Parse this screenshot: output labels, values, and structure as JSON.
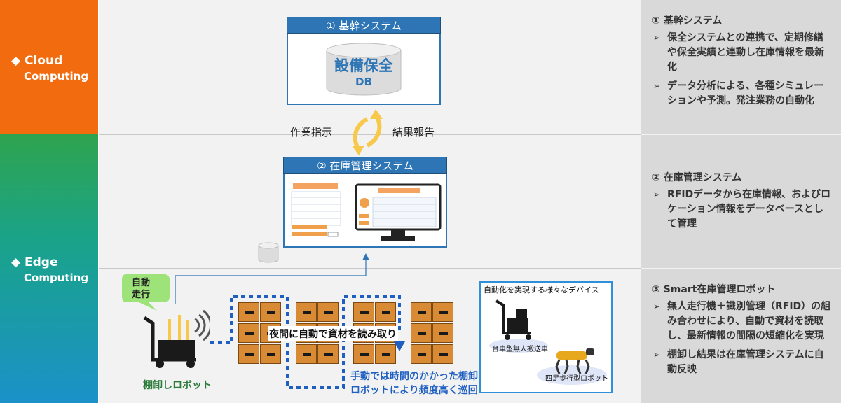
{
  "left": {
    "cloud": {
      "line1": "◆ Cloud",
      "line2": "Computing"
    },
    "edge": {
      "line1": "◆ Edge",
      "line2": "Computing"
    }
  },
  "core": {
    "title": "① 基幹システム",
    "db_line1": "設備保全",
    "db_line2": "DB"
  },
  "arrows": {
    "left_label": "作業指示",
    "right_label": "結果報告"
  },
  "inventory": {
    "title": "② 在庫管理システム"
  },
  "robot": {
    "badge_line1": "自動",
    "badge_line2": "走行",
    "label": "棚卸しロボット"
  },
  "shelves": {
    "overlay_text": "夜間に自動で資材を読み取り",
    "note_line1": "手動では時間のかかった棚卸を",
    "note_line2": "ロボットにより頻度高く巡回"
  },
  "devices": {
    "title": "自動化を実現する様々なデバイス",
    "agv_label": "台車型無人搬送車",
    "dog_label": "四足歩行型ロボット"
  },
  "right_panel": {
    "s1": {
      "heading": "① 基幹システム",
      "bullets": [
        "保全システムとの連携で、定期修繕や保全実績と連動し在庫情報を最新化",
        "データ分析による、各種シミュレーションや予測。発注業務の自動化"
      ]
    },
    "s2": {
      "heading": "② 在庫管理システム",
      "bullets": [
        "RFIDデータから在庫情報、およびロケーション情報をデータベースとして管理"
      ]
    },
    "s3": {
      "heading": "③ Smart在庫管理ロボット",
      "bullets": [
        "無人走行機＋識別管理（RFID）の組み合わせにより、自動で資材を読取し、最新情報の間隔の短縮化を実現",
        "棚卸し結果は在庫管理システムに自動反映"
      ]
    }
  },
  "colors": {
    "cloud": "#f26b0f",
    "edge_top": "#2fa44f",
    "edge_bottom": "#1b91c9",
    "accent_blue": "#2e75b6",
    "arrow_yellow": "#f7c84a",
    "dotted_blue": "#1f5fc1"
  }
}
